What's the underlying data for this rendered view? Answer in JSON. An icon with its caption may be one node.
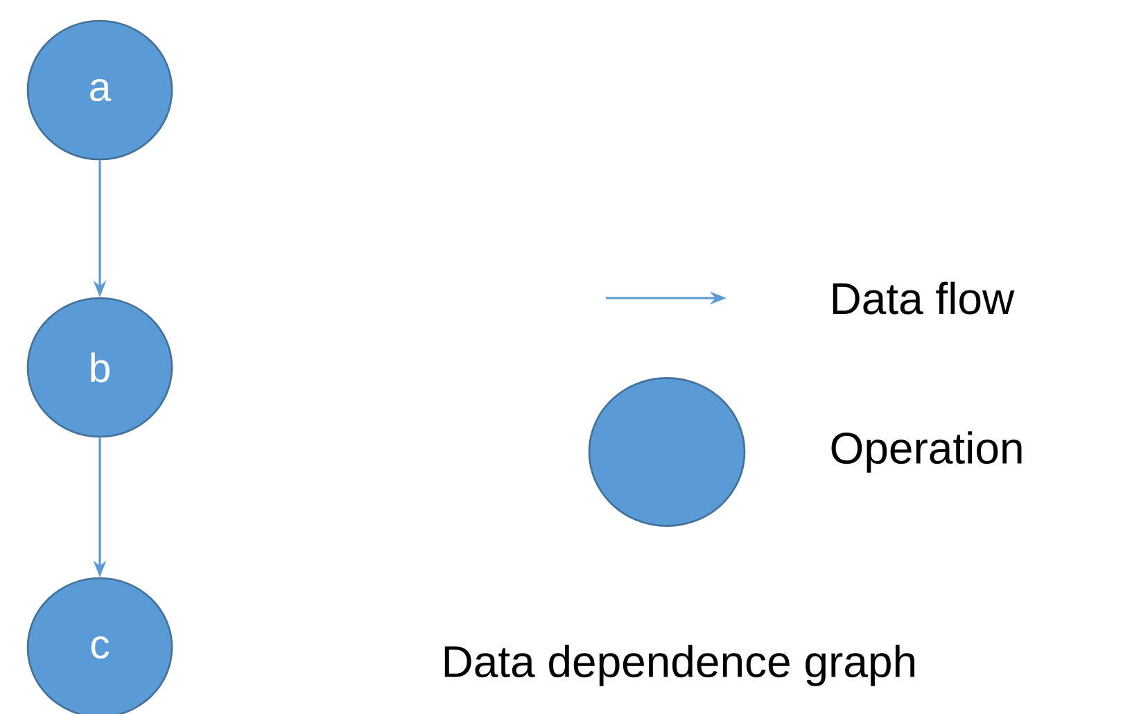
{
  "diagram": {
    "caption": "Data dependence graph",
    "nodes": [
      {
        "text": [
          "a"
        ]
      },
      {
        "text": [
          "b"
        ]
      },
      {
        "text": [
          "c"
        ]
      }
    ],
    "edges": [
      {
        "from": 0,
        "to": 1,
        "arrow": "to"
      },
      {
        "from": 1,
        "to": 2,
        "arrow": "to"
      }
    ],
    "legend": [
      {
        "text": "Data flow"
      },
      {
        "text": "Operation",
        "color": "#5b9bd5"
      }
    ]
  }
}
